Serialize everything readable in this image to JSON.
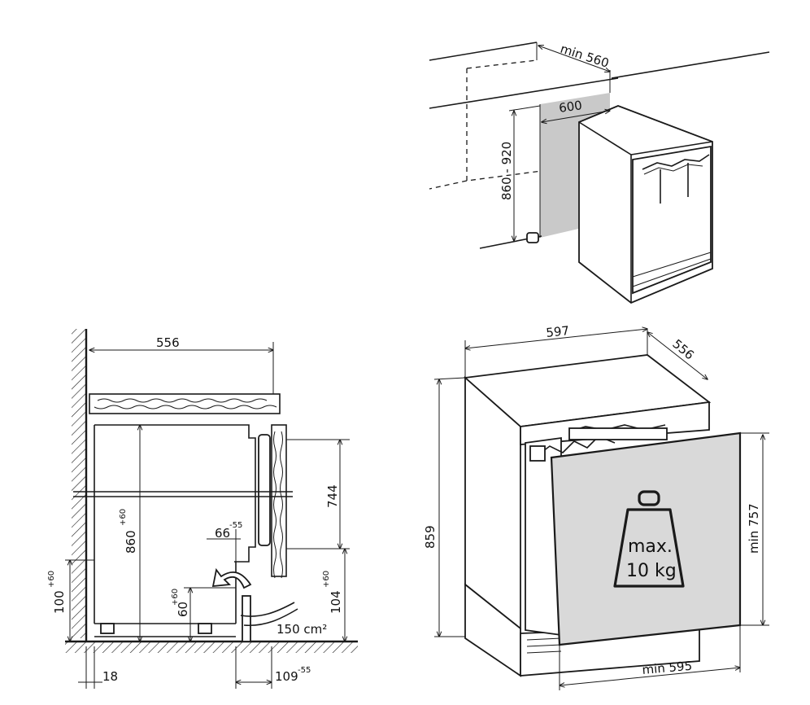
{
  "top_view": {
    "min_width": "min 560",
    "niche_width": "600",
    "niche_height": "860 - 920"
  },
  "side_view": {
    "depth": "556",
    "height_main": "860",
    "height_main_tol": "+60",
    "door_height": "744",
    "offset": "66",
    "offset_tol": "-55",
    "plinth_left": "100",
    "plinth_left_tol": "+60",
    "foot_height": "60",
    "foot_height_tol": "+60",
    "plinth_right": "104",
    "plinth_right_tol": "+60",
    "vent_area": "150 cm²",
    "wall_gap": "18",
    "rear_gap": "109",
    "rear_gap_tol": "-55"
  },
  "front_view": {
    "width": "597",
    "depth": "556",
    "height": "859",
    "door_min_height": "min 757",
    "door_min_width": "min 595",
    "max_load_line1": "max.",
    "max_load_line2": "10 kg"
  },
  "icons": [
    "weight-icon",
    "airflow-arrow-icon"
  ]
}
